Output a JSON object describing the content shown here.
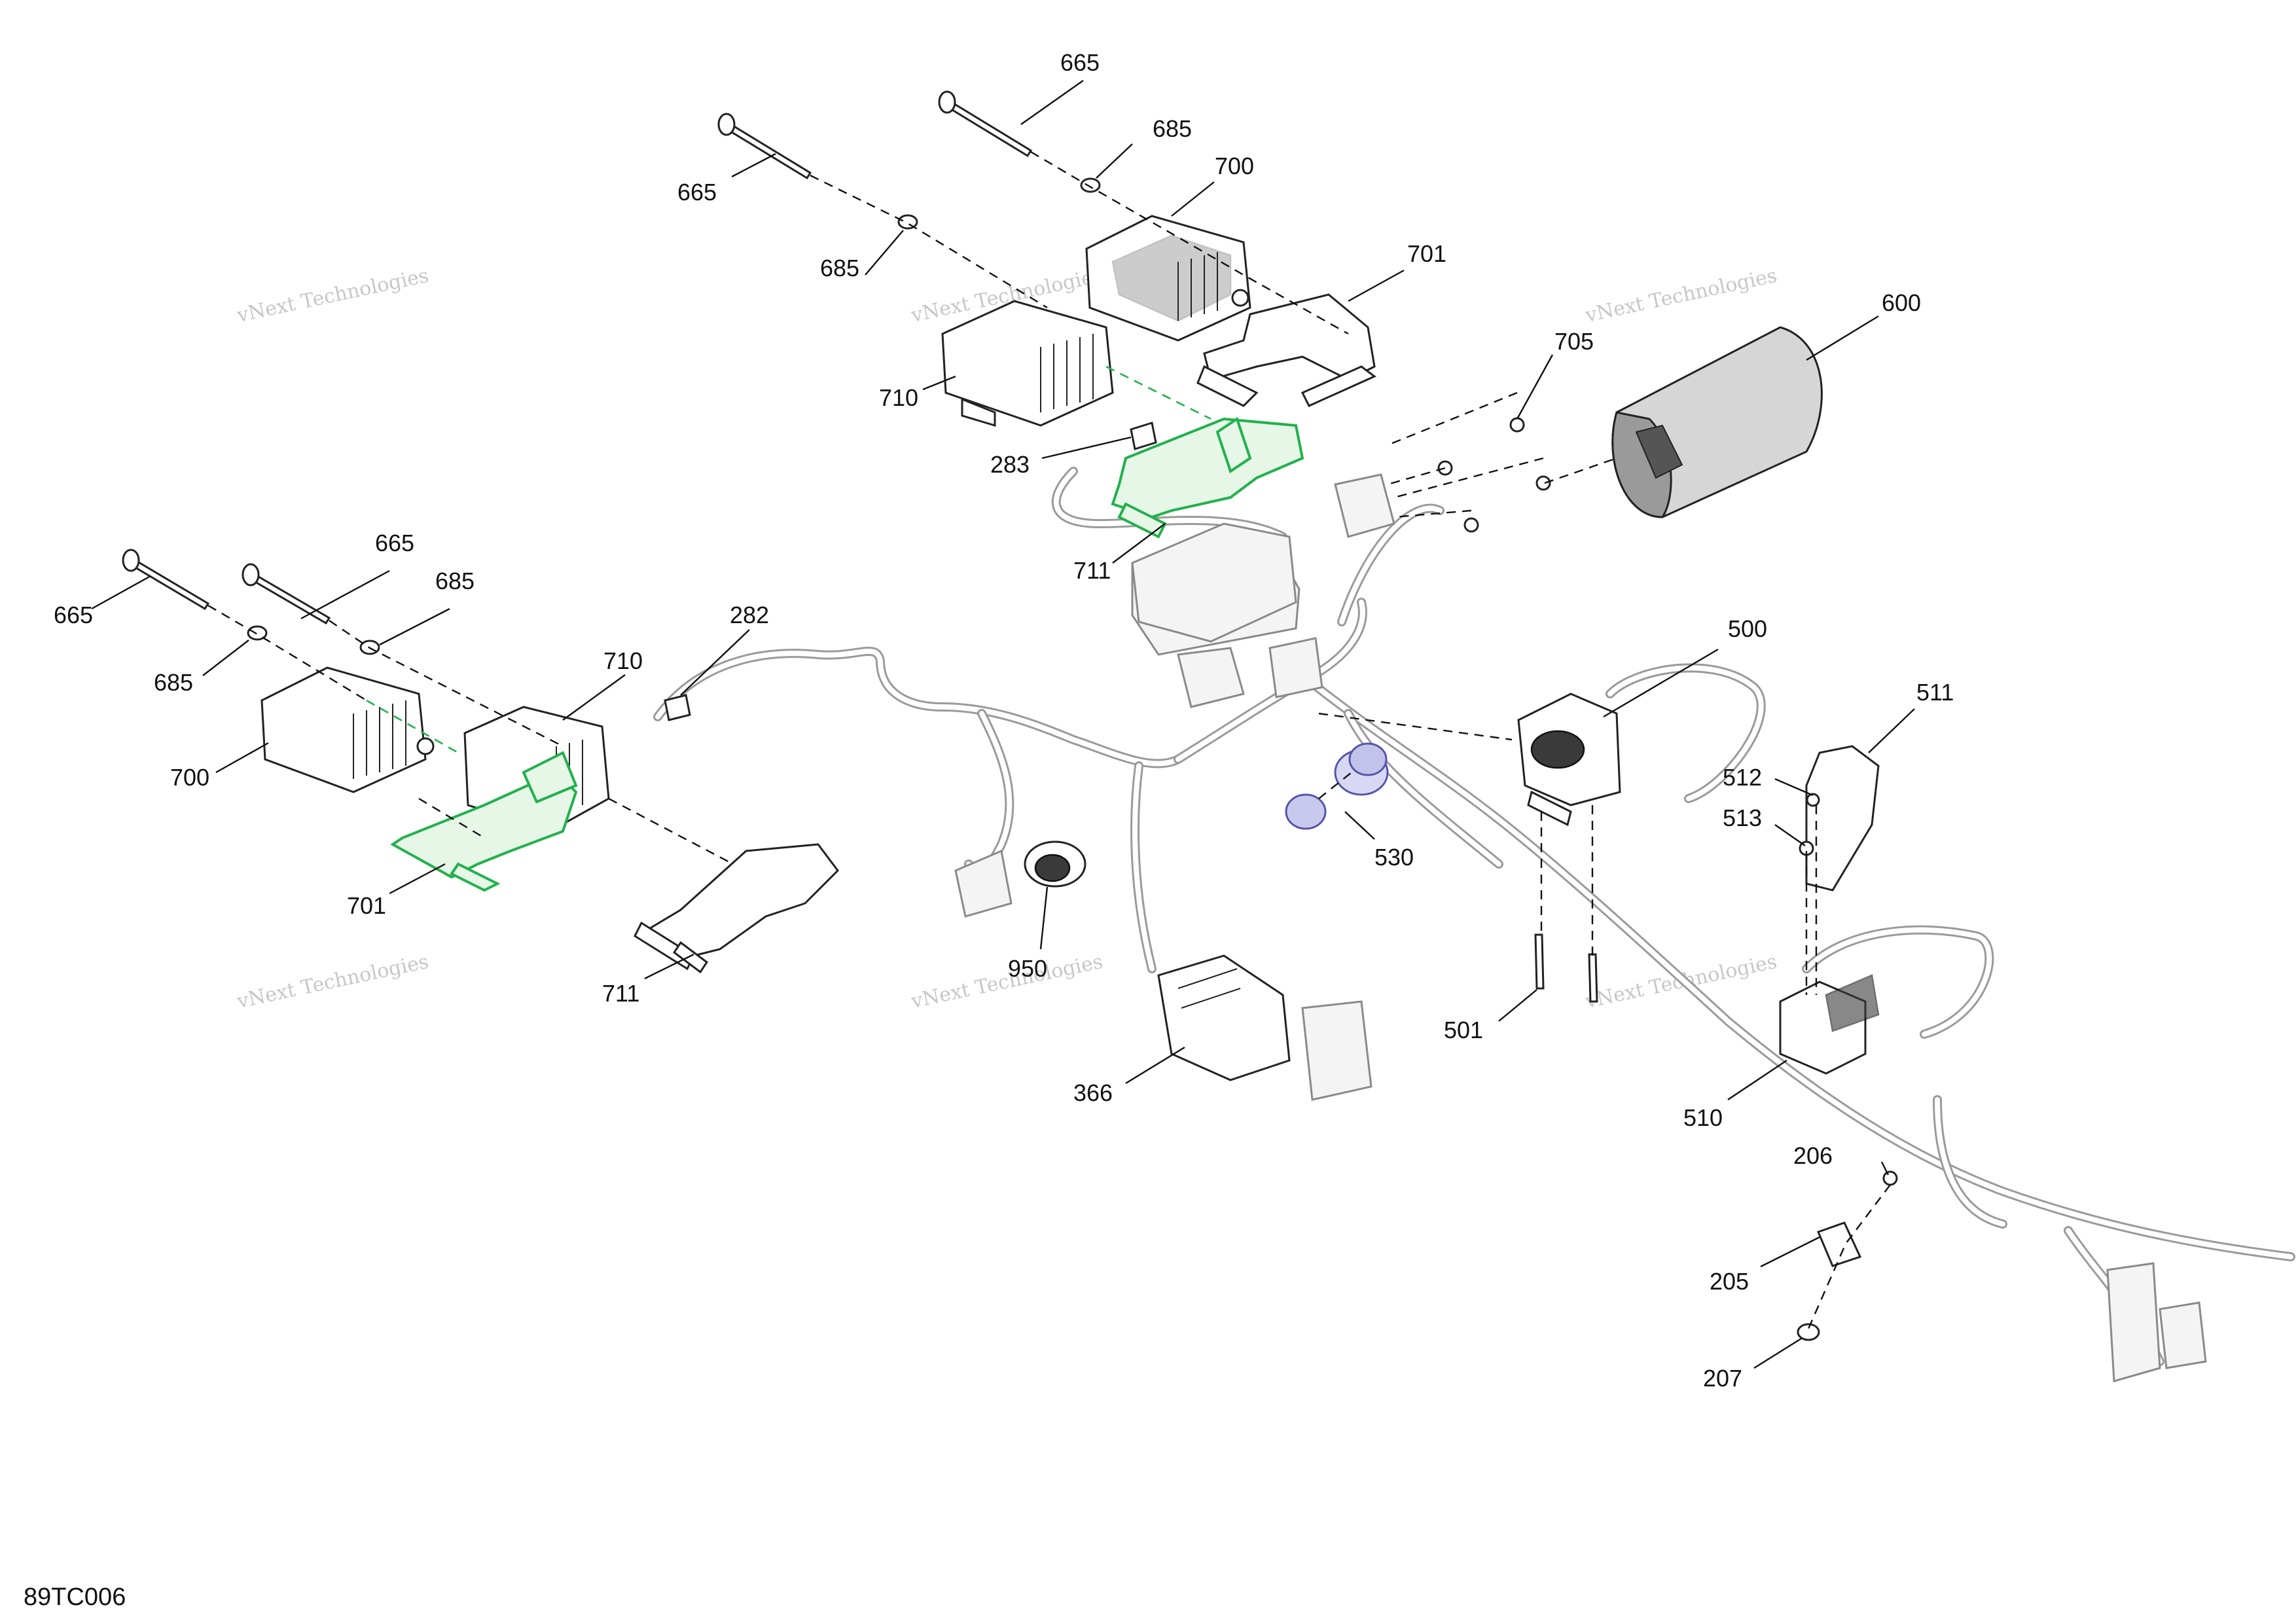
{
  "figure_id": "89TC006",
  "watermark": {
    "line1": "vNext Technologies",
    "line2": "vNext\nTechnologies"
  },
  "callouts": [
    {
      "id": "c665a",
      "label": "665"
    },
    {
      "id": "c685a",
      "label": "685"
    },
    {
      "id": "c700a",
      "label": "700"
    },
    {
      "id": "c665b",
      "label": "665"
    },
    {
      "id": "c685b",
      "label": "685"
    },
    {
      "id": "c701a",
      "label": "701"
    },
    {
      "id": "c710a",
      "label": "710"
    },
    {
      "id": "c283",
      "label": "283"
    },
    {
      "id": "c711a",
      "label": "711"
    },
    {
      "id": "c705",
      "label": "705"
    },
    {
      "id": "c600",
      "label": "600"
    },
    {
      "id": "c665c",
      "label": "665"
    },
    {
      "id": "c665d",
      "label": "665"
    },
    {
      "id": "c685c",
      "label": "685"
    },
    {
      "id": "c685d",
      "label": "685"
    },
    {
      "id": "c710b",
      "label": "710"
    },
    {
      "id": "c282",
      "label": "282"
    },
    {
      "id": "c700b",
      "label": "700"
    },
    {
      "id": "c701b",
      "label": "701"
    },
    {
      "id": "c711b",
      "label": "711"
    },
    {
      "id": "c950",
      "label": "950"
    },
    {
      "id": "c366",
      "label": "366"
    },
    {
      "id": "c530",
      "label": "530"
    },
    {
      "id": "c500",
      "label": "500"
    },
    {
      "id": "c511",
      "label": "511"
    },
    {
      "id": "c512",
      "label": "512"
    },
    {
      "id": "c513",
      "label": "513"
    },
    {
      "id": "c501",
      "label": "501"
    },
    {
      "id": "c510",
      "label": "510"
    },
    {
      "id": "c206",
      "label": "206"
    },
    {
      "id": "c205",
      "label": "205"
    },
    {
      "id": "c207",
      "label": "207"
    }
  ]
}
